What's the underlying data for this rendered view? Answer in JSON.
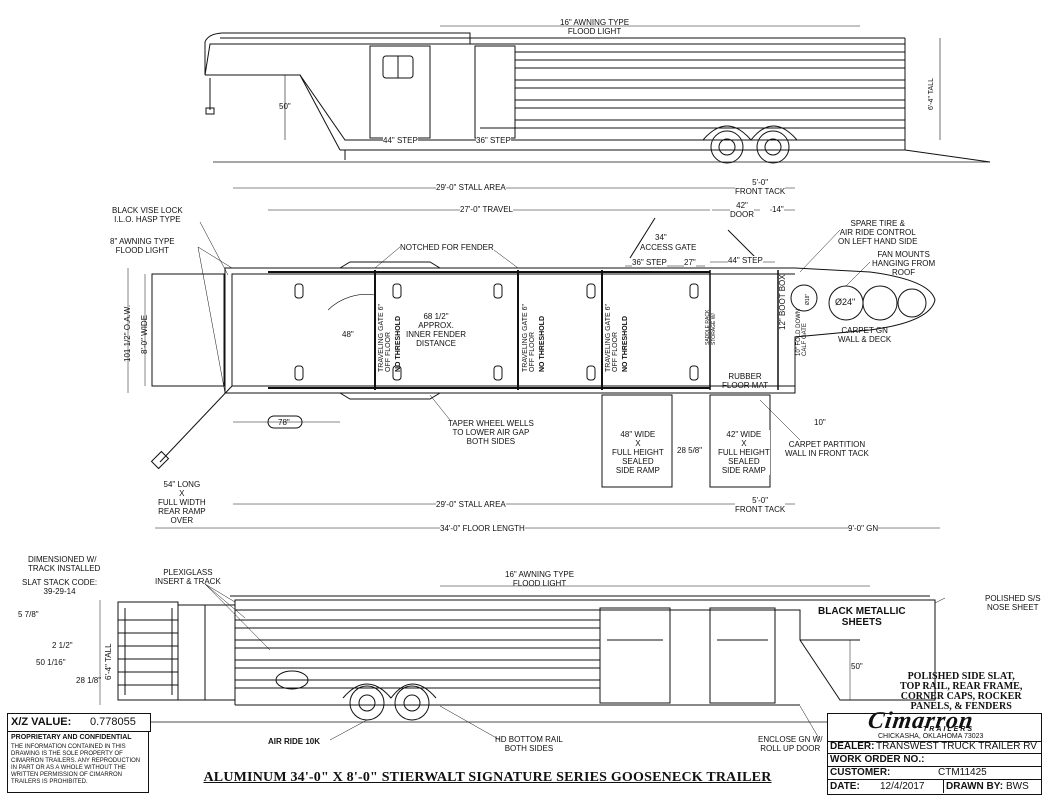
{
  "top_view": {
    "awning_label": "16\" AWNING TYPE\nFLOOD LIGHT",
    "height_label": "6'-4\" TALL",
    "nose_height": "50\"",
    "step_44": "44\" STEP",
    "step_36": "36\" STEP"
  },
  "plan_view": {
    "stall_area_top": "29'-0\" STALL AREA",
    "front_tack_top": "5'-0\"\nFRONT TACK",
    "travel": "27'-0\" TRAVEL",
    "door_42": "42\"\nDOOR",
    "dim_14": "14\"",
    "black_vise": "BLACK VISE LOCK\nI.L.O. HASP TYPE",
    "awning_8": "8\" AWNING TYPE\nFLOOD LIGHT",
    "notched": "NOTCHED FOR FENDER",
    "access_gate_34": "34\"",
    "access_gate": "ACCESS GATE",
    "step_36": "36\" STEP",
    "dim_27": "27\"",
    "step_44": "44\" STEP",
    "spare_tire": "SPARE TIRE &\nAIR RIDE CONTROL\nON LEFT HAND SIDE",
    "fan_mounts": "FAN MOUNTS\nHANGING FROM\nROOF",
    "oaw": "101 1/2\" O.A.W.",
    "wide": "8'-0\" WIDE",
    "angle_48": "48\"",
    "inner_fender": "68 1/2\"\nAPPROX.\nINNER FENDER\nDISTANCE",
    "gate_1": "TRAVELING GATE 6\"\nOFF FLOOR",
    "gate_1b": "NO THRESHOLD",
    "gate_2": "TRAVELING GATE 6\"\nOFF FLOOR",
    "gate_2b": "NO THRESHOLD",
    "gate_3": "TRAVELING GATE 6\"\nOFF FLOOR",
    "gate_3b": "NO THRESHOLD",
    "saddle_rack": "SADDLE RACK\nSTORAGE W/",
    "boot_box": "12\" BOOT BOX",
    "calf_gate": "10\" FOLD DOWN\nCALF GATE",
    "fan_24": "Ø24\"",
    "fan_18": "Ø18\"",
    "carpet_gn": "CARPET GN\nWALL & DECK",
    "rubber_mat": "RUBBER\nFLOOR MAT",
    "dim_78": "78\"",
    "taper": "TAPER WHEEL WELLS\nTO LOWER AIR GAP\nBOTH SIDES",
    "ramp_48": "48\" WIDE\nX\nFULL HEIGHT\nSEALED\nSIDE RAMP",
    "dim_28": "28 5/8\"",
    "ramp_42": "42\" WIDE\nX\nFULL HEIGHT\nSEALED\nSIDE RAMP",
    "carpet_partition": "CARPET PARTITION\nWALL IN FRONT TACK",
    "dim_10": "10\"",
    "rear_ramp": "54\" LONG\nX\nFULL WIDTH\nREAR RAMP\nOVER",
    "stall_area_bottom": "29'-0\" STALL AREA",
    "front_tack_bottom": "5'-0\"\nFRONT TACK",
    "floor_length": "34'-0\" FLOOR LENGTH",
    "gn_length": "9'-0\" GN"
  },
  "side_view": {
    "dimensioned": "DIMENSIONED W/\nTRACK INSTALLED",
    "slat_code": "SLAT STACK CODE:\n39-29-14",
    "plexi": "PLEXIGLASS\nINSERT & TRACK",
    "awning_16": "16\" AWNING TYPE\nFLOOD LIGHT",
    "polished_nose": "POLISHED S/S\nNOSE SHEET",
    "black_metallic": "BLACK METALLIC\nSHEETS",
    "dim_5_7_8": "5 7/8\"",
    "dim_2_1_2": "2 1/2\"",
    "dim_50_1_16": "50 1/16\"",
    "dim_28_1_8": "28 1/8\"",
    "height": "6'-4\" TALL",
    "nose_height": "50\"",
    "polished_list": "POLISHED SIDE SLAT,\nTOP RAIL, REAR FRAME,\nCORNER CAPS, ROCKER\nPANELS, & FENDERS",
    "air_ride": "AIR RIDE 10K",
    "hd_rail": "HD BOTTOM RAIL\nBOTH SIDES",
    "enclose_gn": "ENCLOSE GN W/\nROLL UP DOOR"
  },
  "title_block": {
    "xz_label": "X/Z VALUE:",
    "xz_value": "0.778055",
    "proprietary": "PROPRIETARY AND CONFIDENTIAL",
    "notice": "THE INFORMATION CONTAINED IN THIS DRAWING IS THE SOLE PROPERTY OF CIMARRON TRAILERS. ANY REPRODUCTION IN PART OR AS A WHOLE WITHOUT THE WRITTEN PERMISSION OF CIMARRON TRAILERS IS PROHIBITED.",
    "title": "ALUMINUM 34'-0\" X 8'-0\" STIERWALT SIGNATURE SERIES GOOSENECK TRAILER",
    "brand": "Cimarron",
    "brand_sub": "TRAILERS",
    "location": "CHICKASHA, OKLAHOMA 73023",
    "dealer_label": "DEALER:",
    "dealer_value": "TRANSWEST TRUCK TRAILER RV",
    "work_order_label": "WORK ORDER NO.:",
    "work_order_value": "",
    "customer_label": "CUSTOMER:",
    "customer_value": "CTM11425",
    "date_label": "DATE:",
    "date_value": "12/4/2017",
    "drawn_label": "DRAWN BY:",
    "drawn_value": "BWS"
  }
}
